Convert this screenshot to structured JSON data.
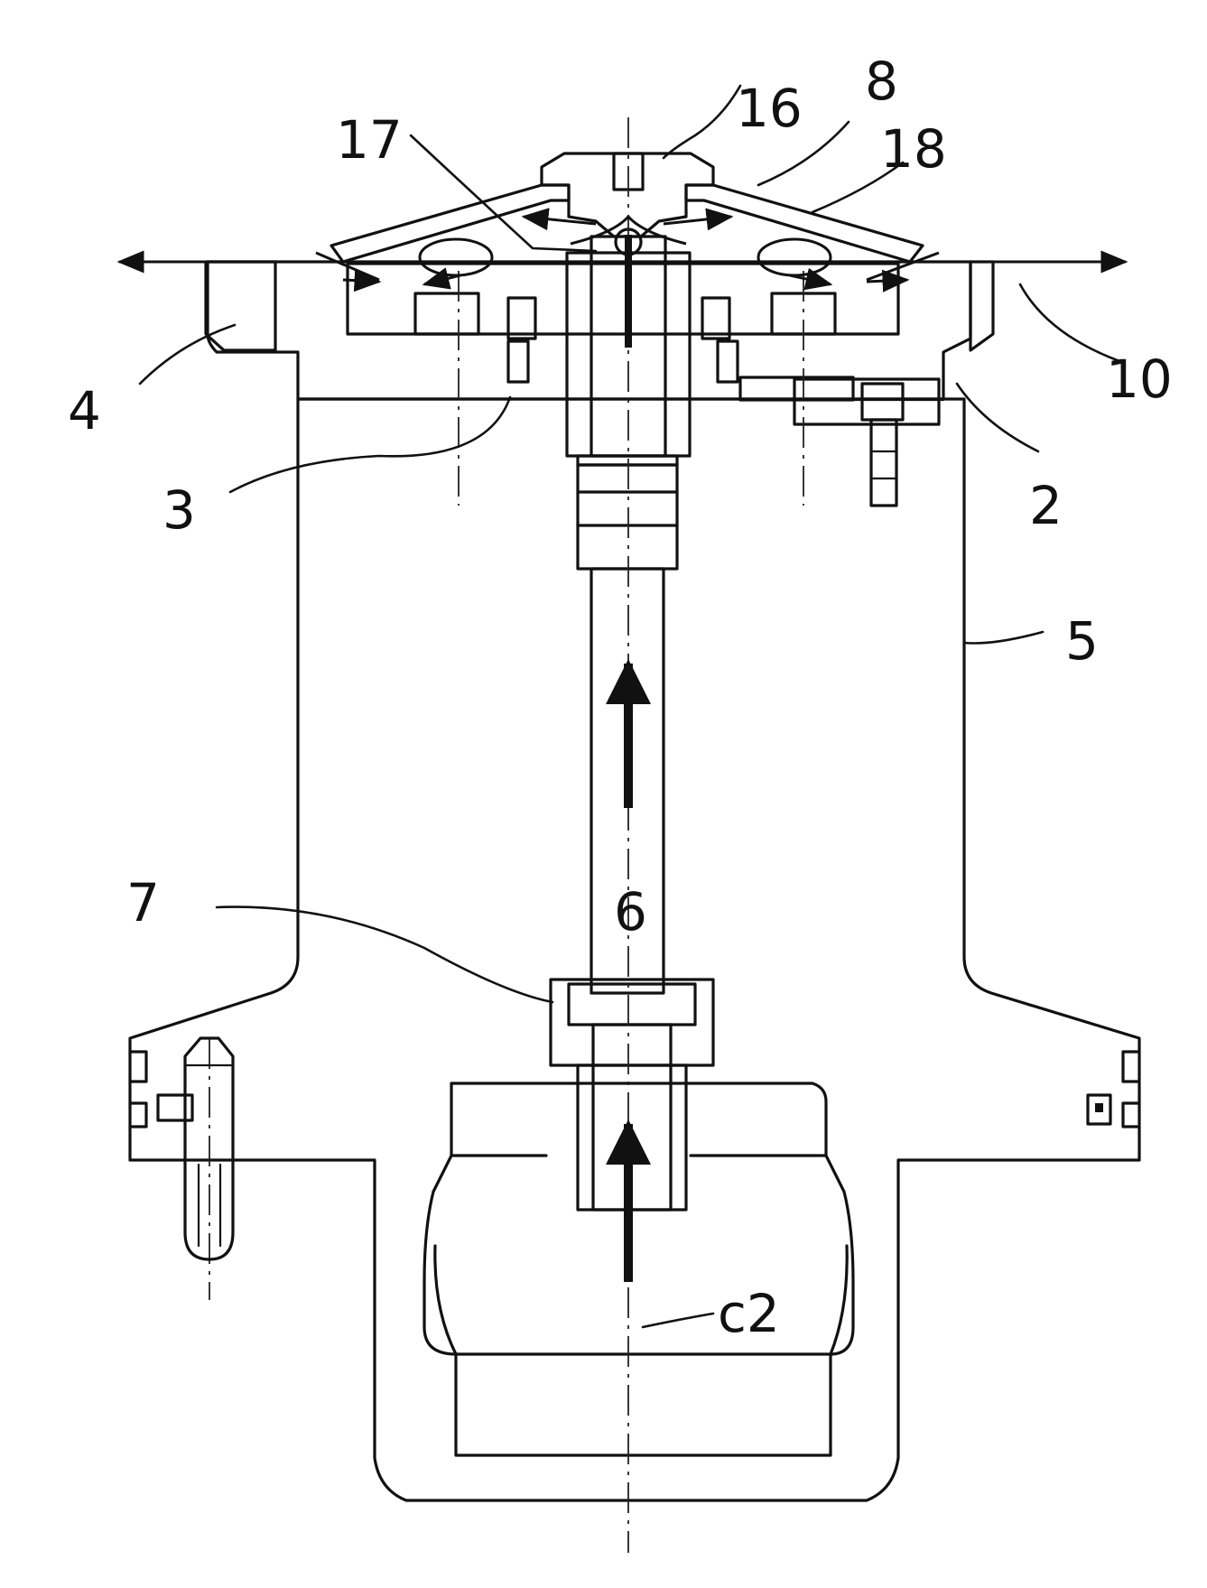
{
  "labels": {
    "l16": "16",
    "l8": "8",
    "l17": "17",
    "l18": "18",
    "l4": "4",
    "l10": "10",
    "l3": "3",
    "l2": "2",
    "l5": "5",
    "l7": "7",
    "l6": "6",
    "lc2": "c2"
  },
  "colors": {
    "ink": "#111111",
    "paper": "#ffffff"
  }
}
